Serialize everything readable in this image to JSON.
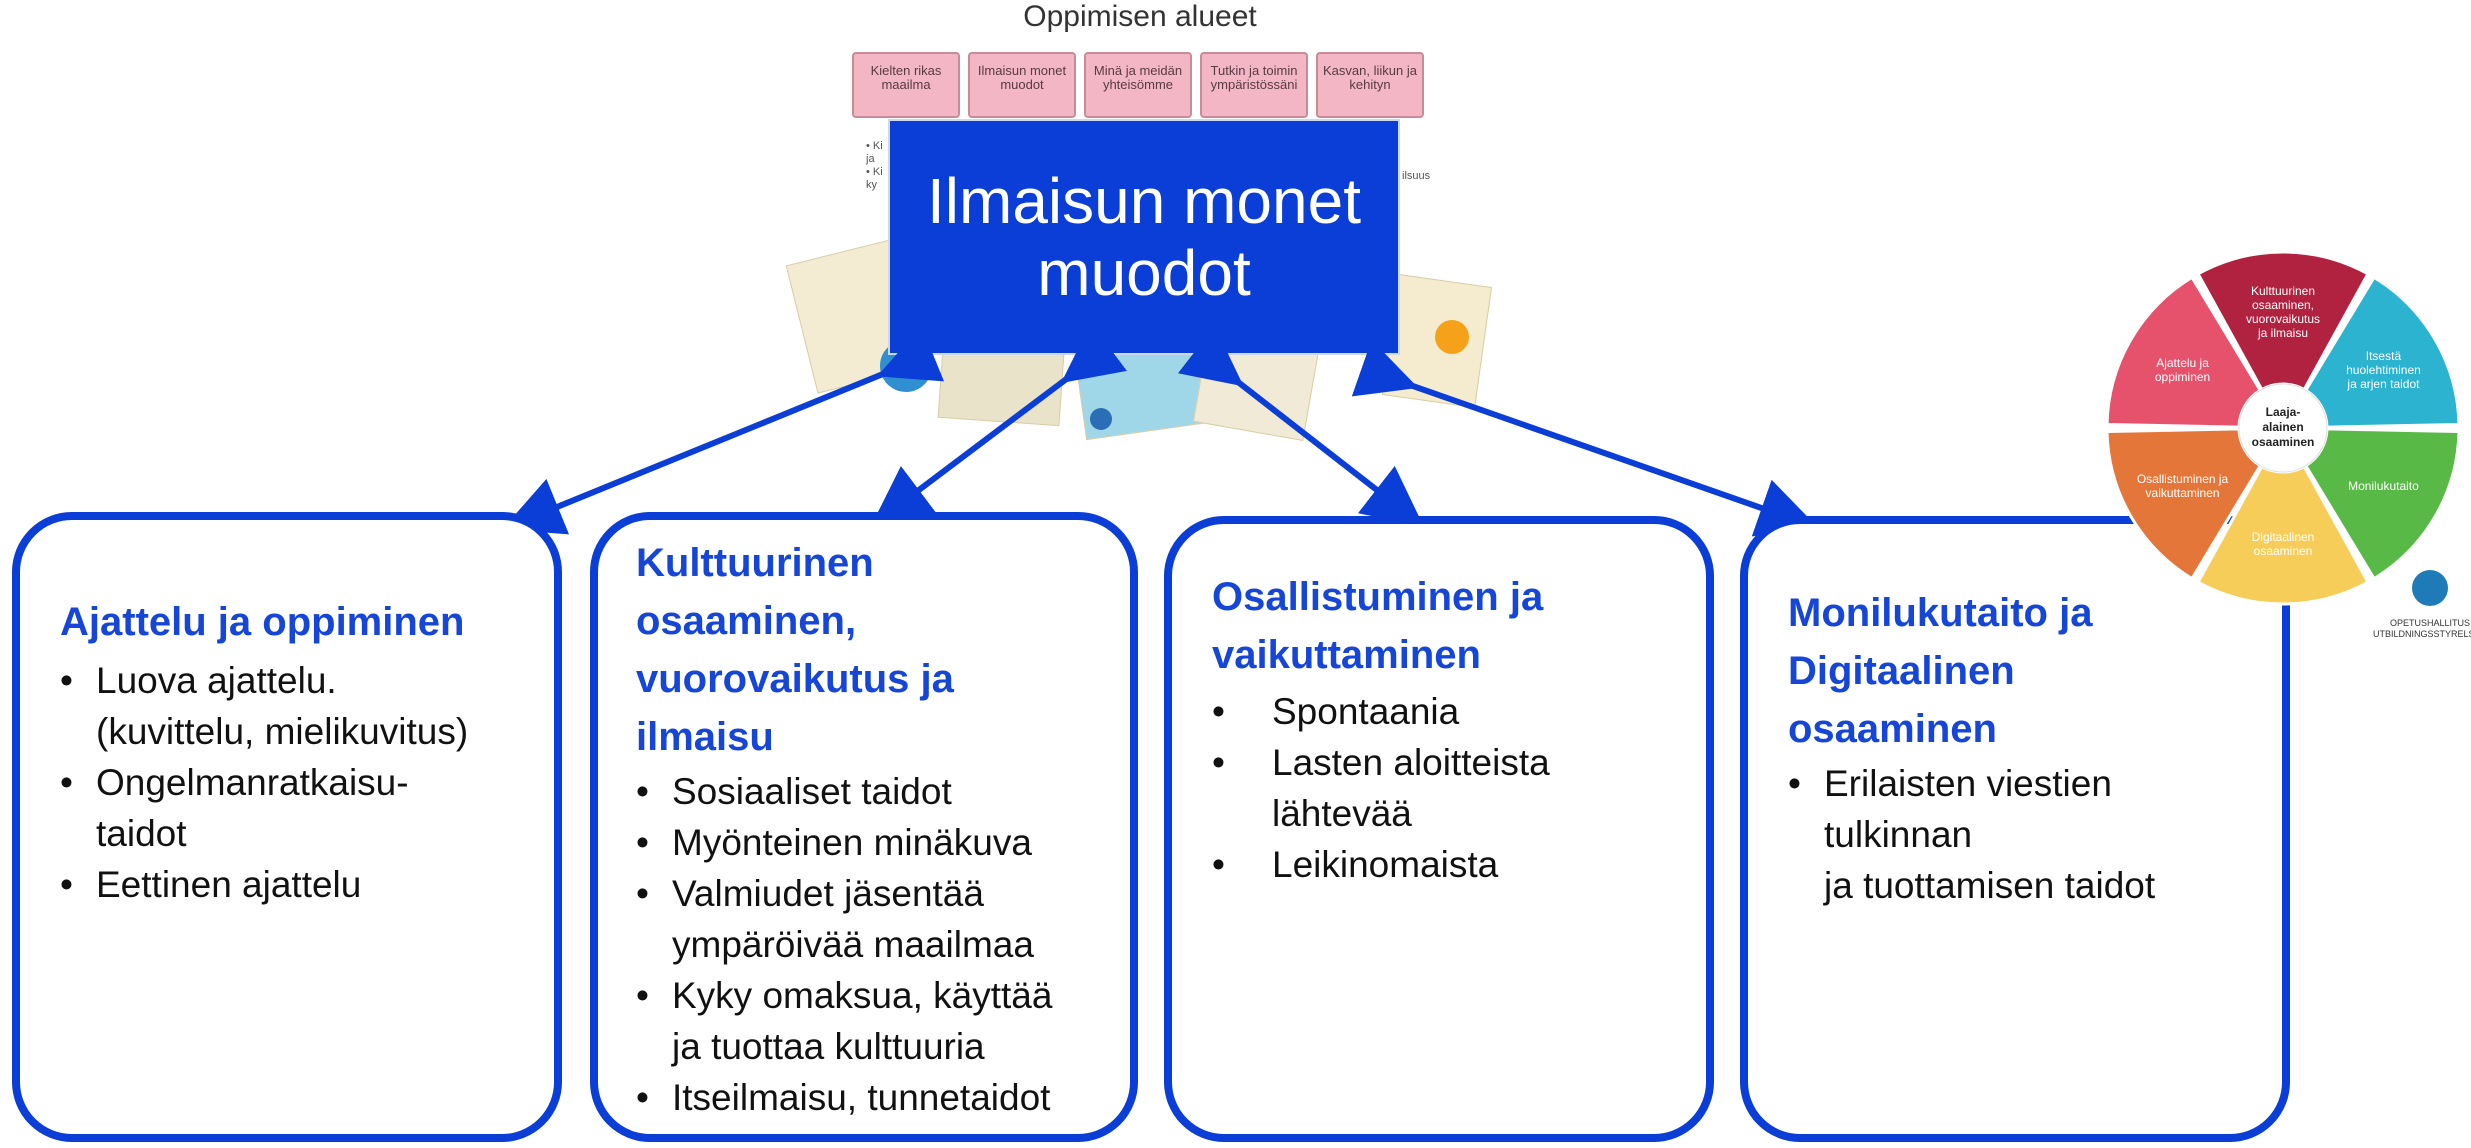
{
  "top_caption": "Oppimisen alueet",
  "areas": [
    "Kielten rikas maailma",
    "Ilmaisun monet muodot",
    "Minä ja meidän yhteisömme",
    "Tutkin ja toimin ympäristössäni",
    "Kasvan, liikun ja kehityn"
  ],
  "title_box": "Ilmaisun monet muodot",
  "boxes": [
    {
      "title": "Ajattelu ja oppiminen",
      "items": [
        "Luova ajattelu.",
        "(kuvittelu, mielikuvitus)",
        "Ongelmanratkaisu-",
        "taidot",
        "Eettinen ajattelu"
      ]
    },
    {
      "title_lines": [
        "Kulttuurinen",
        "osaaminen,",
        "vuorovaikutus ja",
        "ilmaisu"
      ],
      "items": [
        "Sosiaaliset taidot",
        "Myönteinen minäkuva",
        "Valmiudet jäsentää",
        "ympäröivää maailmaa",
        "Kyky omaksua, käyttää",
        "ja tuottaa kulttuuria",
        "Itseilmaisu, tunnetaidot"
      ]
    },
    {
      "title_lines": [
        "Osallistuminen ja",
        "vaikuttaminen"
      ],
      "items": [
        "Spontaania",
        "Lasten aloitteista",
        "lähtevää",
        "Leikinomaista"
      ]
    },
    {
      "title_lines": [
        "Monilukutaito ja",
        "Digitaalinen",
        "osaaminen"
      ],
      "items": [
        "Erilaisten viestien",
        "tulkinnan",
        "ja tuottamisen taidot"
      ]
    }
  ],
  "wheel": {
    "center": [
      "Laaja-",
      "alainen",
      "osaaminen"
    ],
    "segments": [
      {
        "label": [
          "Kulttuurinen",
          "osaaminen,",
          "vuorovaikutus",
          "ja ilmaisu"
        ],
        "color": "#b0223f"
      },
      {
        "label": [
          "Itsestä",
          "huolehtiminen",
          "ja arjen taidot"
        ],
        "color": "#2bb3d0"
      },
      {
        "label": [
          "Monilukutaito"
        ],
        "color": "#58b947"
      },
      {
        "label": [
          "Digitaalinen",
          "osaaminen"
        ],
        "color": "#f7cd5a"
      },
      {
        "label": [
          "Osallistuminen ja",
          "vaikuttaminen"
        ],
        "color": "#e5763a"
      },
      {
        "label": [
          "Ajattelu ja",
          "oppiminen"
        ],
        "color": "#e6526b"
      }
    ],
    "logo_text": [
      "OPETUSHALLITUS",
      "UTBILDNINGSSTYRELSEN"
    ]
  },
  "colors": {
    "accent": "#0a3ed6",
    "box_title": "#1646d8",
    "area_card": "#f2b6c4"
  }
}
